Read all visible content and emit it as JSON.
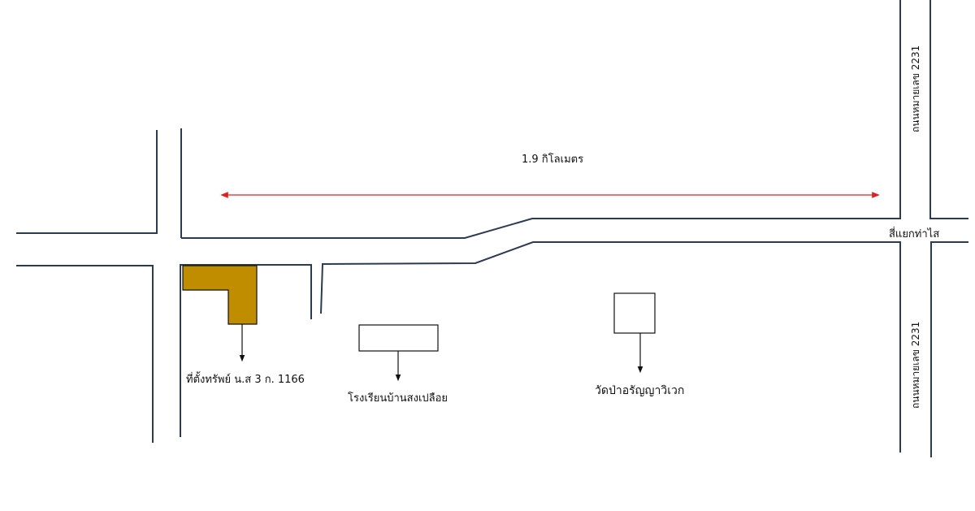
{
  "colors": {
    "road": "#2c3a52",
    "property": "#c08c00",
    "distance_arrow": "#e02020",
    "label": "#111111"
  },
  "map": {
    "distance_label": "1.9 กิโลเมตร",
    "intersection_label": "สี่แยกท่าไส",
    "road_label_north": "ถนนหมายเลข 2231",
    "road_label_south": "ถนนหมายเลข 2231",
    "property_label": "ที่ตั้งทรัพย์ น.ส 3 ก. 1166",
    "school_label": "โรงเรียนบ้านสงเปลือย",
    "temple_label": "วัดป่าอรัญญาวิเวก"
  }
}
